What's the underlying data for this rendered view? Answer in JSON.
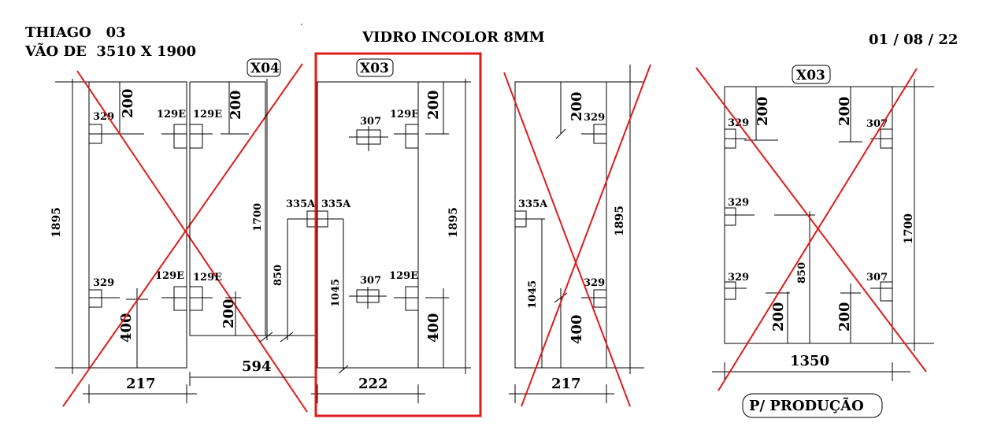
{
  "header": {
    "client": "THIAGO   03",
    "opening": "VÃO DE  3510 X 1900",
    "glass": "VIDRO INCOLOR 8MM",
    "date": "01 / 08 / 22"
  },
  "panel1": {
    "height": "1895",
    "width": "217",
    "top_dim": "200",
    "bottom_dim": "400",
    "hole_tl": "329",
    "hole_tr": "129E",
    "hole_bl": "329",
    "hole_br": "129E"
  },
  "panel2": {
    "tag": "X04",
    "overall_width": "594",
    "top_dim": "200",
    "bottom_dim": "200",
    "height_dim": "1700",
    "inner_dim": "850",
    "hole_tl": "129E",
    "hole_bl": "129E",
    "hole_mid_l": "335A",
    "hole_mid_r": "335A"
  },
  "panel3": {
    "tag": "X03",
    "height": "1895",
    "width": "222",
    "top_dim": "200",
    "bottom_dim": "400",
    "inner_dim": "1045",
    "hole_top": "307",
    "hole_tr": "129E",
    "hole_bottom": "307",
    "hole_br": "129E"
  },
  "panel4": {
    "height": "1895",
    "width": "217",
    "top_dim": "200",
    "bottom_dim": "400",
    "inner_dim": "1045",
    "hole_mid": "335A",
    "hole_tr": "329",
    "hole_br": "329"
  },
  "panel5": {
    "tag": "X03",
    "height": "1700",
    "width": "1350",
    "top_dim_l": "200",
    "top_dim_r": "200",
    "bottom_dim_l": "200",
    "bottom_dim_r": "200",
    "inner_dim": "850",
    "hole_tl": "329",
    "hole_ml": "329",
    "hole_bl": "329",
    "hole_tr": "307",
    "hole_br": "307",
    "note": "P/ PRODUÇÃO"
  },
  "colors": {
    "cancel_mark": "#e01b1b",
    "lines": "#000000"
  }
}
